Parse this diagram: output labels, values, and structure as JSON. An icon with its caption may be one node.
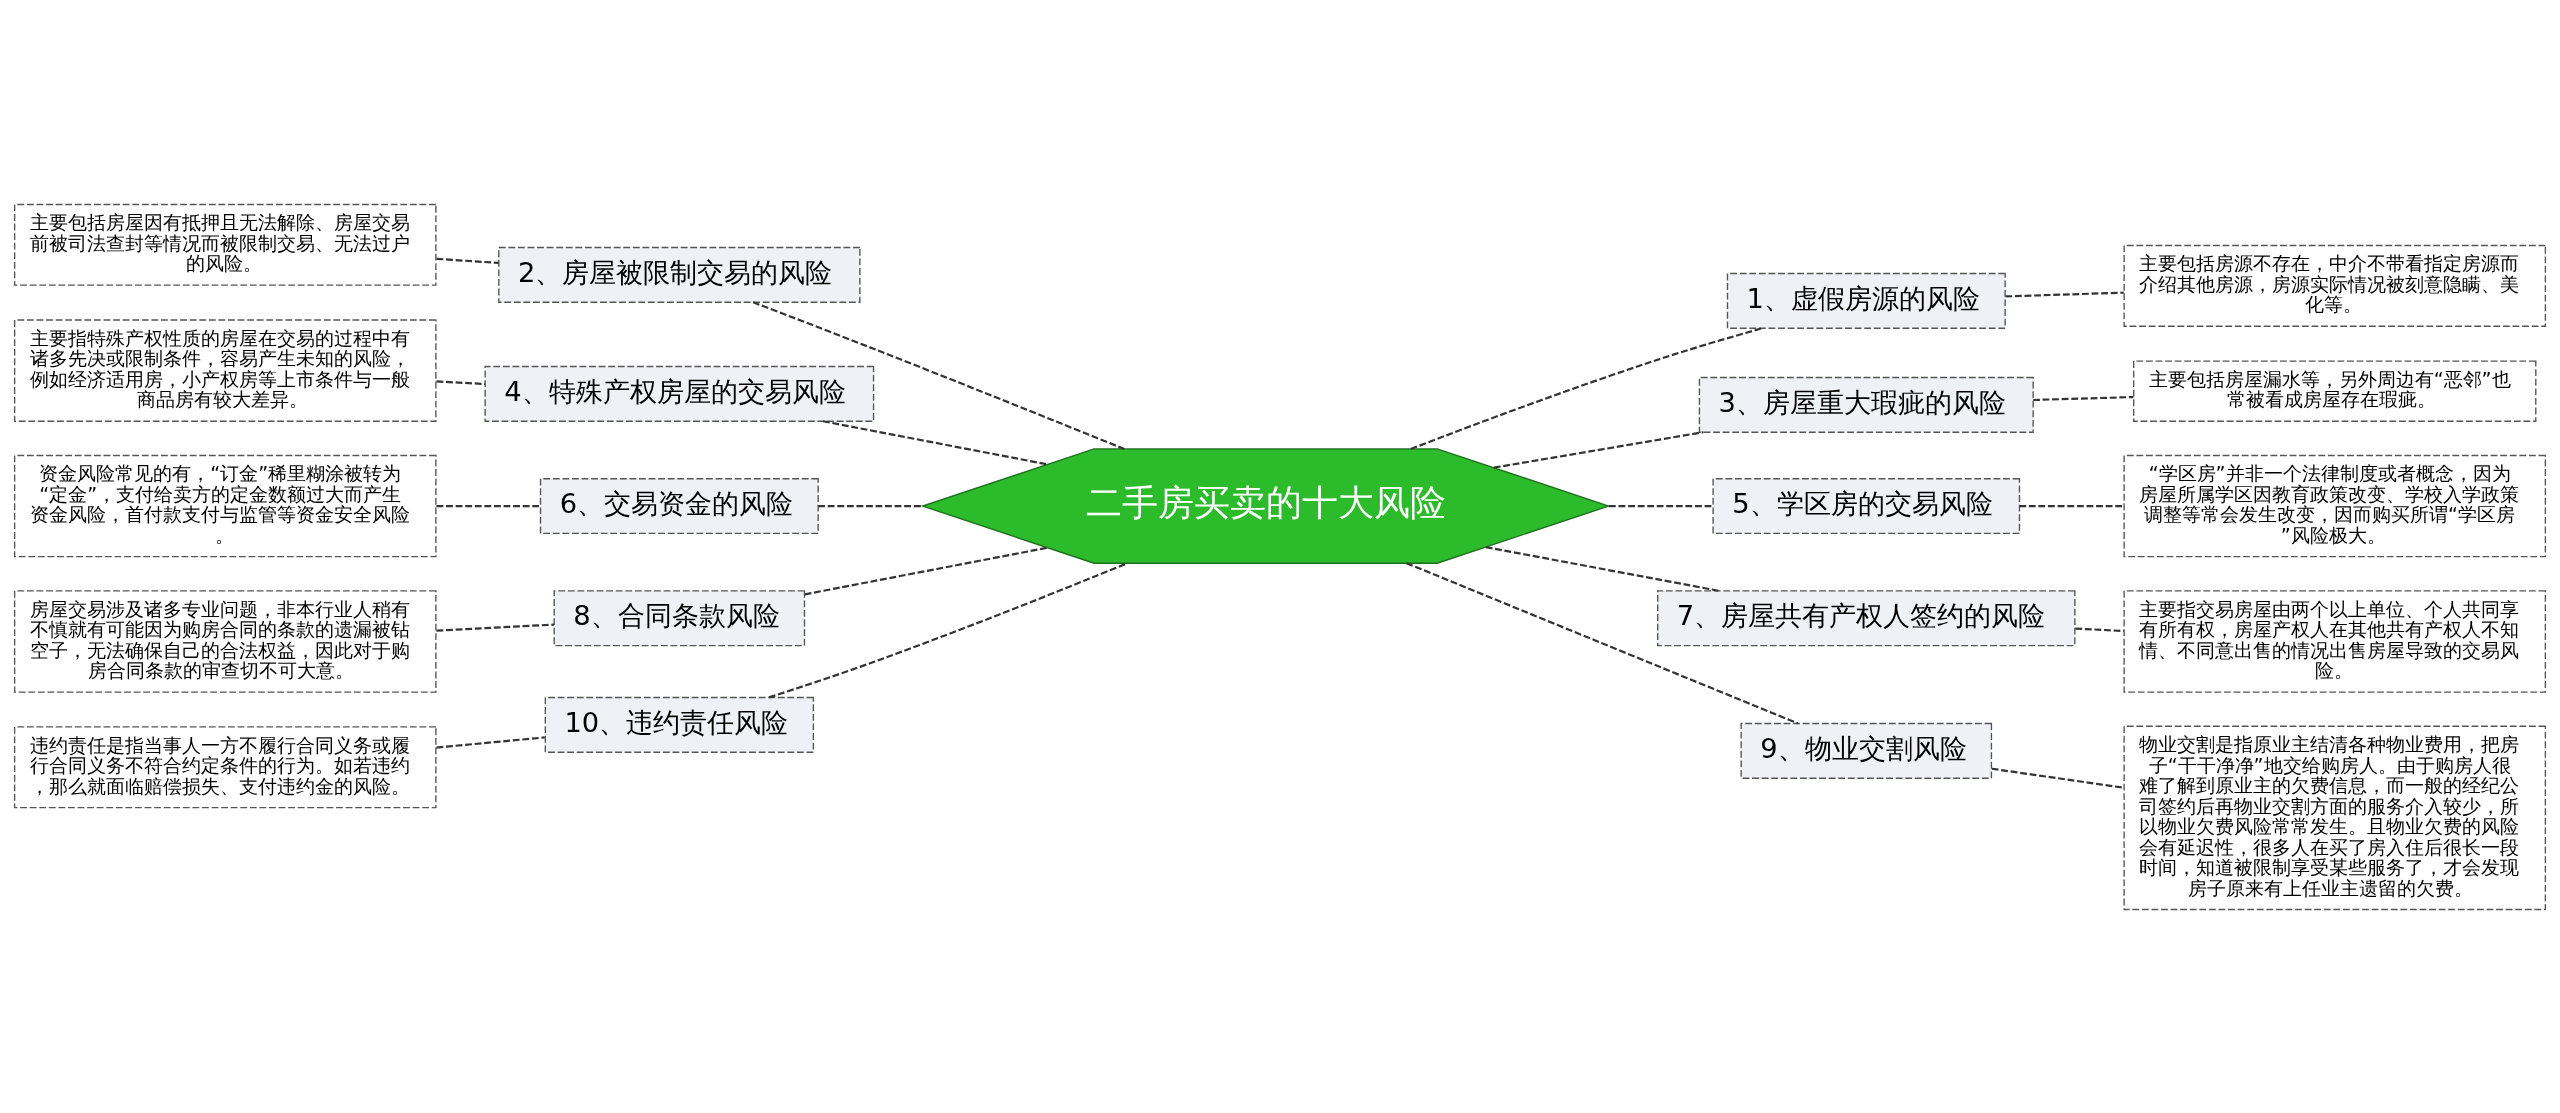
{
  "diagram": {
    "nodes": [
      {
        "text": [
          "二手房买卖的十大风险"
        ]
      },
      {
        "text": [
          "1、虚假房源的风险"
        ]
      },
      {
        "text": [
          "主要包括房源不存在，中介不带看指定房源而介绍其他房源，房源实际情况被刻意隐瞒、美化等。"
        ]
      },
      {
        "text": [
          "2、房屋被限制交易的风险"
        ]
      },
      {
        "text": [
          "主要包括房屋因有抵押且无法解除、房屋交易前被司法查封等情况而被限制交易、无法过户的风险。"
        ]
      },
      {
        "text": [
          "3、房屋重大瑕疵的风险"
        ]
      },
      {
        "text": [
          "主要包括房屋漏水等，另外周边有“恶邻”也常被看成房屋存在瑕疵。"
        ]
      },
      {
        "text": [
          "4、特殊产权房屋的交易风险"
        ]
      },
      {
        "text": [
          "主要指特殊产权性质的房屋在交易的过程中有诸多先决或限制条件，容易产生未知的风险，例如经济适用房，小产权房等上市条件与一般商品房有较大差异。"
        ]
      },
      {
        "text": [
          "5、学区房的交易风险"
        ]
      },
      {
        "text": [
          "“学区房”并非一个法律制度或者概念，因为房屋所属学区因教育政策改变、学校入学政策调整等常会发生改变，因而购买所谓“学区房”风险极大。"
        ]
      },
      {
        "text": [
          "6、交易资金的风险"
        ]
      },
      {
        "text": [
          "资金风险常见的有，“订金”稀里糊涂被转为“定金”，支付给卖方的定金数额过大而产生资金风险，首付款支付与监管等资金安全风险。"
        ]
      },
      {
        "text": [
          "7、房屋共有产权人签约的风险"
        ]
      },
      {
        "text": [
          "主要指交易房屋由两个以上单位、个人共同享有所有权，房屋产权人在其他共有产权人不知情、不同意出售的情况出售房屋导致的交易风险。"
        ]
      },
      {
        "text": [
          "8、合同条款风险"
        ]
      },
      {
        "text": [
          "房屋交易涉及诸多专业问题，非本行业人稍有不慎就有可能因为购房合同的条款的遗漏被钻空子，无法确保自己的合法权益，因此对于购房合同条款的审查切不可大意。"
        ]
      },
      {
        "text": [
          "9、物业交割风险"
        ]
      },
      {
        "text": [
          "物业交割是指原业主结清各种物业费用，把房子“干干净净”地交给购房人。由于购房人很难了解到原业主的欠费信息，而一般的经纪公司签约后再物业交割方面的服务介入较少，所以物业欠费风险常常发生。且物业欠费的风险会有延迟性，很多人在买了房入住后很长一段时间，知道被限制享受某些服务了，才会发现房子原来有上任业主遗留的欠费。"
        ]
      },
      {
        "text": [
          "10、违约责任风险"
        ]
      },
      {
        "text": [
          "违约责任是指当事人一方不履行合同义务或履行合同义务不符合约定条件的行为。如若违约，那么就面临赔偿损失、支付违约金的风险。"
        ]
      }
    ],
    "edges": [
      {
        "from": 0,
        "to": 1,
        "arrow": "none",
        "style": "dashed"
      },
      {
        "from": 1,
        "to": 2,
        "arrow": "none",
        "style": "dashed"
      },
      {
        "from": 3,
        "to": 0,
        "arrow": "none",
        "style": "dashed"
      },
      {
        "from": 4,
        "to": 3,
        "arrow": "none",
        "style": "dashed"
      },
      {
        "from": 0,
        "to": 5,
        "arrow": "none",
        "style": "dashed"
      },
      {
        "from": 5,
        "to": 6,
        "arrow": "none",
        "style": "dashed"
      },
      {
        "from": 7,
        "to": 0,
        "arrow": "none",
        "style": "dashed"
      },
      {
        "from": 8,
        "to": 7,
        "arrow": "none",
        "style": "dashed"
      },
      {
        "from": 0,
        "to": 9,
        "arrow": "none",
        "style": "dashed"
      },
      {
        "from": 9,
        "to": 10,
        "arrow": "none",
        "style": "dashed"
      },
      {
        "from": 11,
        "to": 0,
        "arrow": "none",
        "style": "dashed"
      },
      {
        "from": 12,
        "to": 11,
        "arrow": "none",
        "style": "dashed"
      },
      {
        "from": 0,
        "to": 13,
        "arrow": "none",
        "style": "dashed"
      },
      {
        "from": 13,
        "to": 14,
        "arrow": "none",
        "style": "dashed"
      },
      {
        "from": 15,
        "to": 0,
        "arrow": "none",
        "style": "dashed"
      },
      {
        "from": 16,
        "to": 15,
        "arrow": "none",
        "style": "dashed"
      },
      {
        "from": 0,
        "to": 17,
        "arrow": "none",
        "style": "dashed"
      },
      {
        "from": 17,
        "to": 18,
        "arrow": "none",
        "style": "dashed"
      },
      {
        "from": 19,
        "to": 0,
        "arrow": "none",
        "style": "dashed"
      },
      {
        "from": 20,
        "to": 19,
        "arrow": "none",
        "style": "dashed"
      }
    ]
  }
}
